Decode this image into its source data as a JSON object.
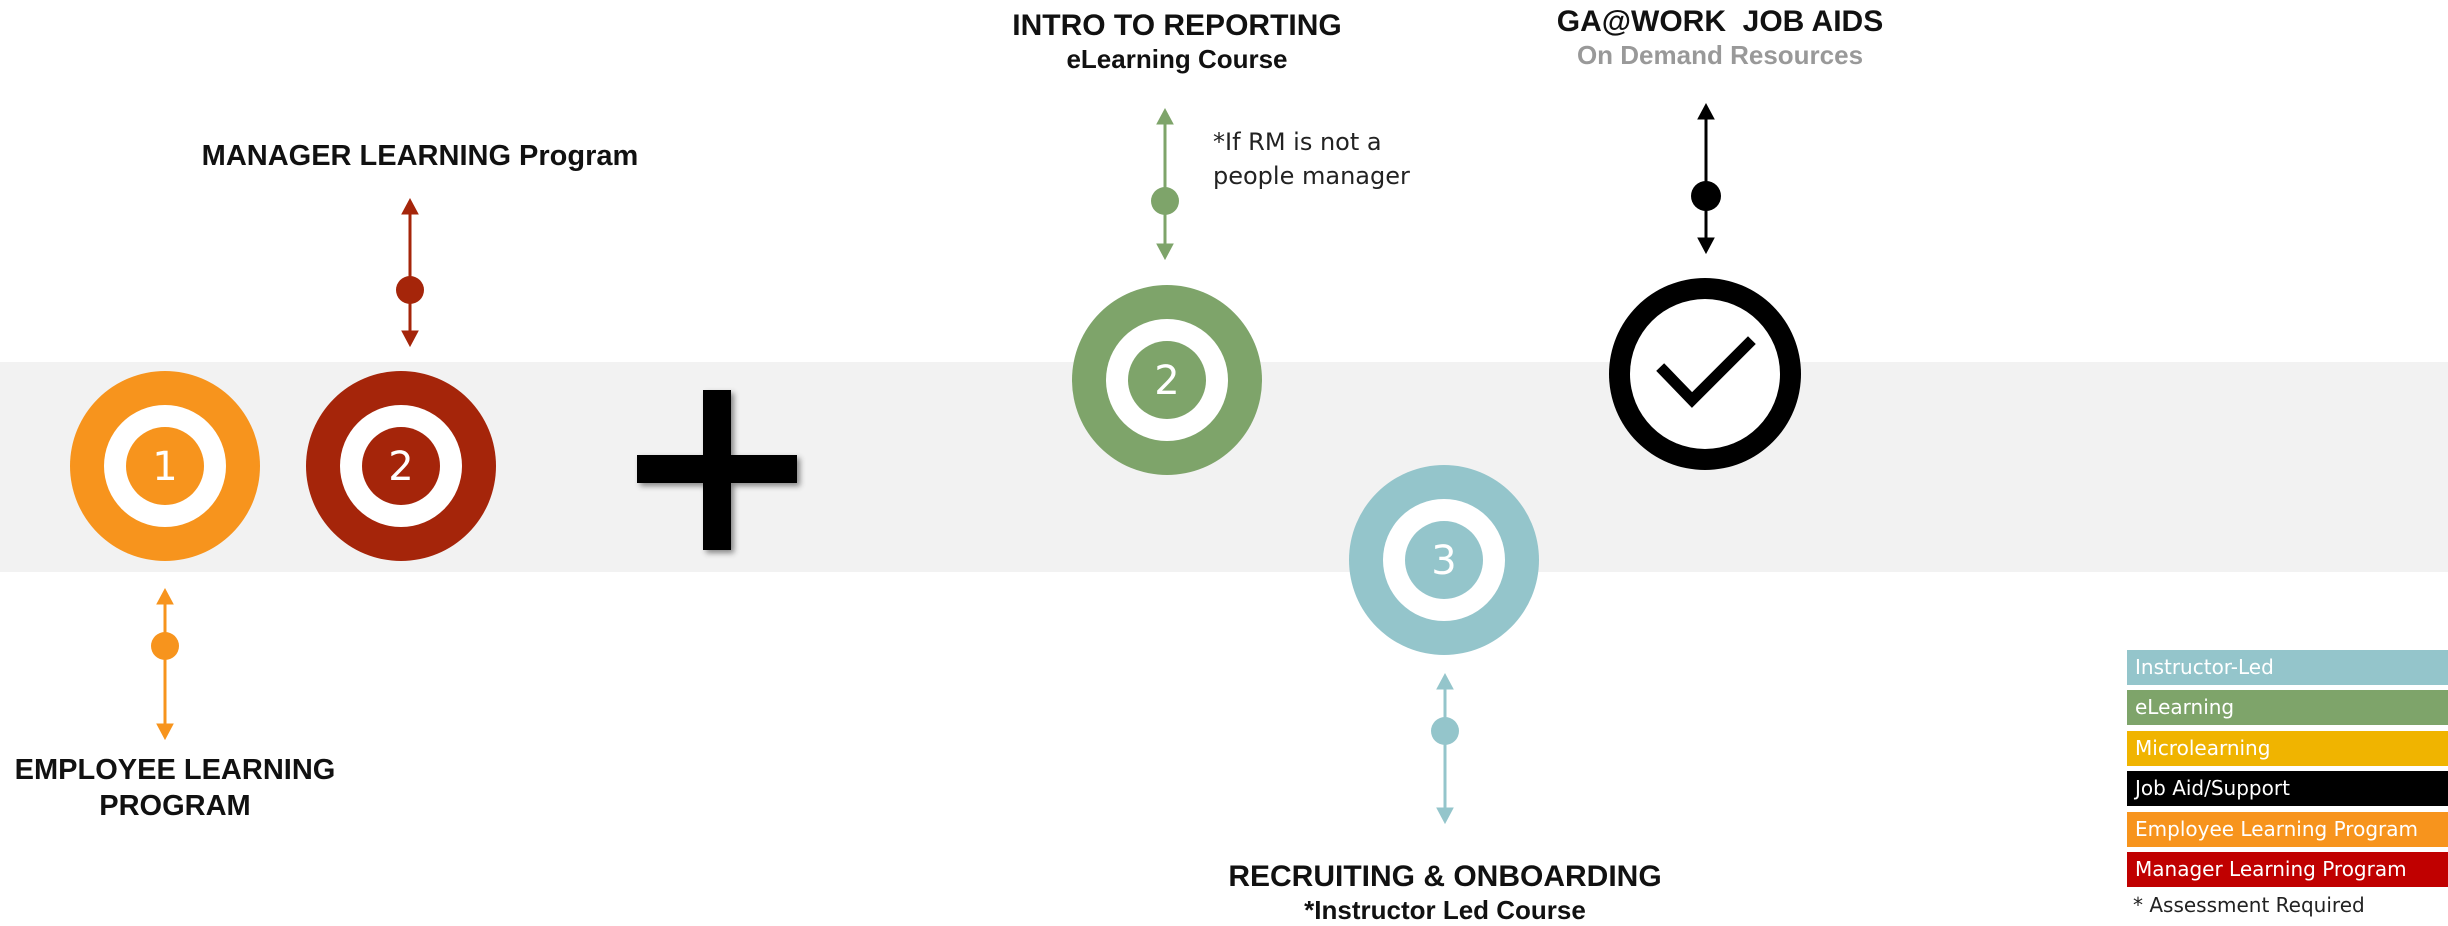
{
  "labels": {
    "manager_program": "MANAGER LEARNING Program",
    "employee_program_line1": "EMPLOYEE LEARNING",
    "employee_program_line2": "PROGRAM",
    "intro_title": "INTRO TO REPORTING",
    "intro_subtitle": "eLearning Course",
    "intro_note_line1": "*If RM is not a",
    "intro_note_line2": "people manager",
    "jobaids_title": "GA@WORK  JOB AIDS",
    "jobaids_subtitle": "On Demand Resources",
    "recruiting_title": "RECRUITING & ONBOARDING",
    "recruiting_subtitle": "*Instructor Led Course"
  },
  "steps": [
    {
      "number": "1",
      "color": "#f7941d"
    },
    {
      "number": "2",
      "color": "#a5250a"
    },
    {
      "number": "2",
      "color": "#7ea46a"
    },
    {
      "number": "3",
      "color": "#94c5cb"
    }
  ],
  "icons": {
    "plus": "plus-icon",
    "check": "checkmark-icon"
  },
  "legend": {
    "items": [
      {
        "label": "Instructor-Led",
        "color": "#94c5cb"
      },
      {
        "label": "eLearning",
        "color": "#7ea46a"
      },
      {
        "label": "Microlearning",
        "color": "#f0b400"
      },
      {
        "label": "Job Aid/Support",
        "color": "#000000"
      },
      {
        "label": "Employee Learning Program",
        "color": "#f7941d"
      },
      {
        "label": "Manager Learning Program",
        "color": "#c00000"
      }
    ],
    "note": "* Assessment Required"
  }
}
